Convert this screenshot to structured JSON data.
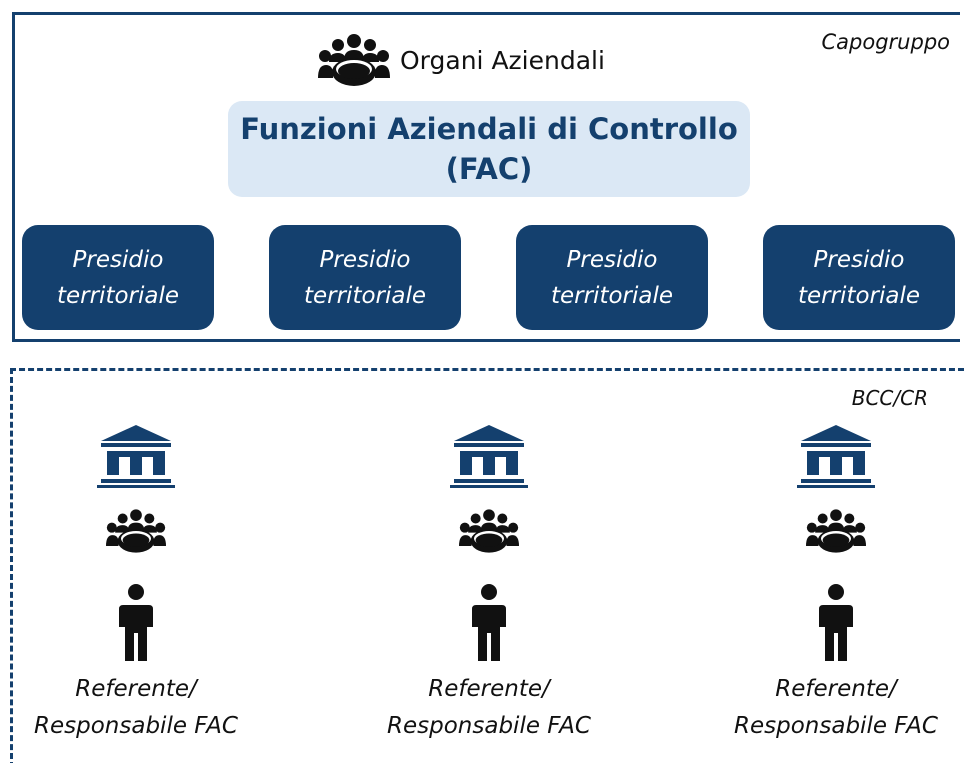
{
  "capogruppo": {
    "label": "Capogruppo",
    "organi_label": "Organi Aziendali",
    "fac_line1": "Funzioni Aziendali di Controllo",
    "fac_line2": "(FAC)",
    "presidi": [
      {
        "line1": "Presidio",
        "line2": "territoriale"
      },
      {
        "line1": "Presidio",
        "line2": "territoriale"
      },
      {
        "line1": "Presidio",
        "line2": "territoriale"
      },
      {
        "line1": "Presidio",
        "line2": "territoriale"
      }
    ]
  },
  "bcc": {
    "label": "BCC/CR",
    "banks": [
      {
        "ref_line1": "Referente/",
        "ref_line2": "Responsabile FAC"
      },
      {
        "ref_line1": "Referente/",
        "ref_line2": "Responsabile FAC"
      },
      {
        "ref_line1": "Referente/",
        "ref_line2": "Responsabile FAC"
      }
    ]
  },
  "colors": {
    "navy": "#14406e",
    "light_blue": "#dbe8f5"
  },
  "icons": {
    "meeting": "meeting-group-icon",
    "bank": "bank-building-icon",
    "person": "person-icon"
  }
}
